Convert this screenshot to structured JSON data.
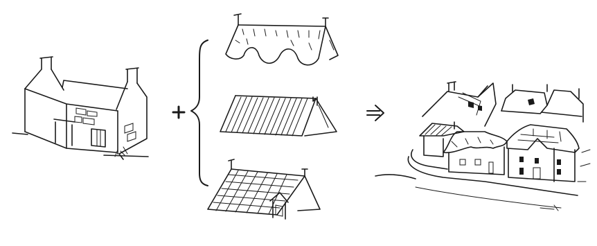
{
  "illustration": {
    "background": "#ffffff",
    "ink": "#1a1a1a",
    "parts": [
      "bare-house-walls",
      "plus-sign",
      "roof-options-bracket",
      "thatched-roof",
      "corrugated-roof",
      "tiled-roof",
      "arrow",
      "village-of-houses"
    ]
  }
}
